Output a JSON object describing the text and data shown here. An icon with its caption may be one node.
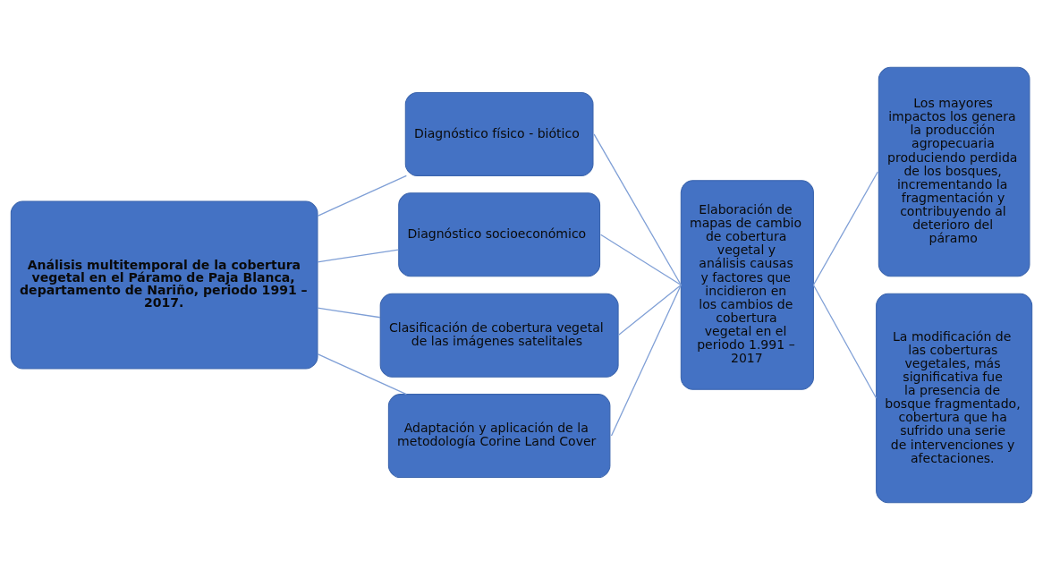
{
  "diagram": {
    "nodes": [
      {
        "text": [
          "Análisis multitemporal de la cobertura vegetal en el Páramo de Paja Blanca, departamento de Nariño, periodo 1991 – 2017."
        ]
      },
      {
        "text": [
          "Diagnóstico físico - biótico"
        ]
      },
      {
        "text": [
          "Diagnóstico socioeconómico"
        ]
      },
      {
        "text": [
          "Clasificación de cobertura vegetal de las imágenes satelitales"
        ]
      },
      {
        "text": [
          "Adaptación y aplicación de la metodología Corine Land Cover"
        ]
      },
      {
        "text": [
          "Elaboración de mapas de cambio de cobertura vegetal y análisis causas y factores que incidieron en los cambios de cobertura vegetal en el periodo 1.991 – 2017"
        ]
      },
      {
        "text": [
          "Los mayores impactos los genera la producción agropecuaria produciendo perdida de los bosques, incrementando la fragmentación y contribuyendo al deterioro del páramo"
        ]
      },
      {
        "text": [
          "La modificación de las coberturas vegetales, más significativa fue la presencia de bosque fragmentado, cobertura que ha sufrido una serie de intervenciones y afectaciones."
        ]
      }
    ],
    "edges": [
      {
        "from": 0,
        "to": 1,
        "arrow": "none"
      },
      {
        "from": 0,
        "to": 2,
        "arrow": "none"
      },
      {
        "from": 0,
        "to": 3,
        "arrow": "none"
      },
      {
        "from": 0,
        "to": 4,
        "arrow": "none"
      },
      {
        "from": 1,
        "to": 5,
        "arrow": "none"
      },
      {
        "from": 2,
        "to": 5,
        "arrow": "none"
      },
      {
        "from": 3,
        "to": 5,
        "arrow": "none"
      },
      {
        "from": 4,
        "to": 5,
        "arrow": "none"
      },
      {
        "from": 5,
        "to": 6,
        "arrow": "none"
      },
      {
        "from": 5,
        "to": 7,
        "arrow": "none"
      }
    ]
  }
}
